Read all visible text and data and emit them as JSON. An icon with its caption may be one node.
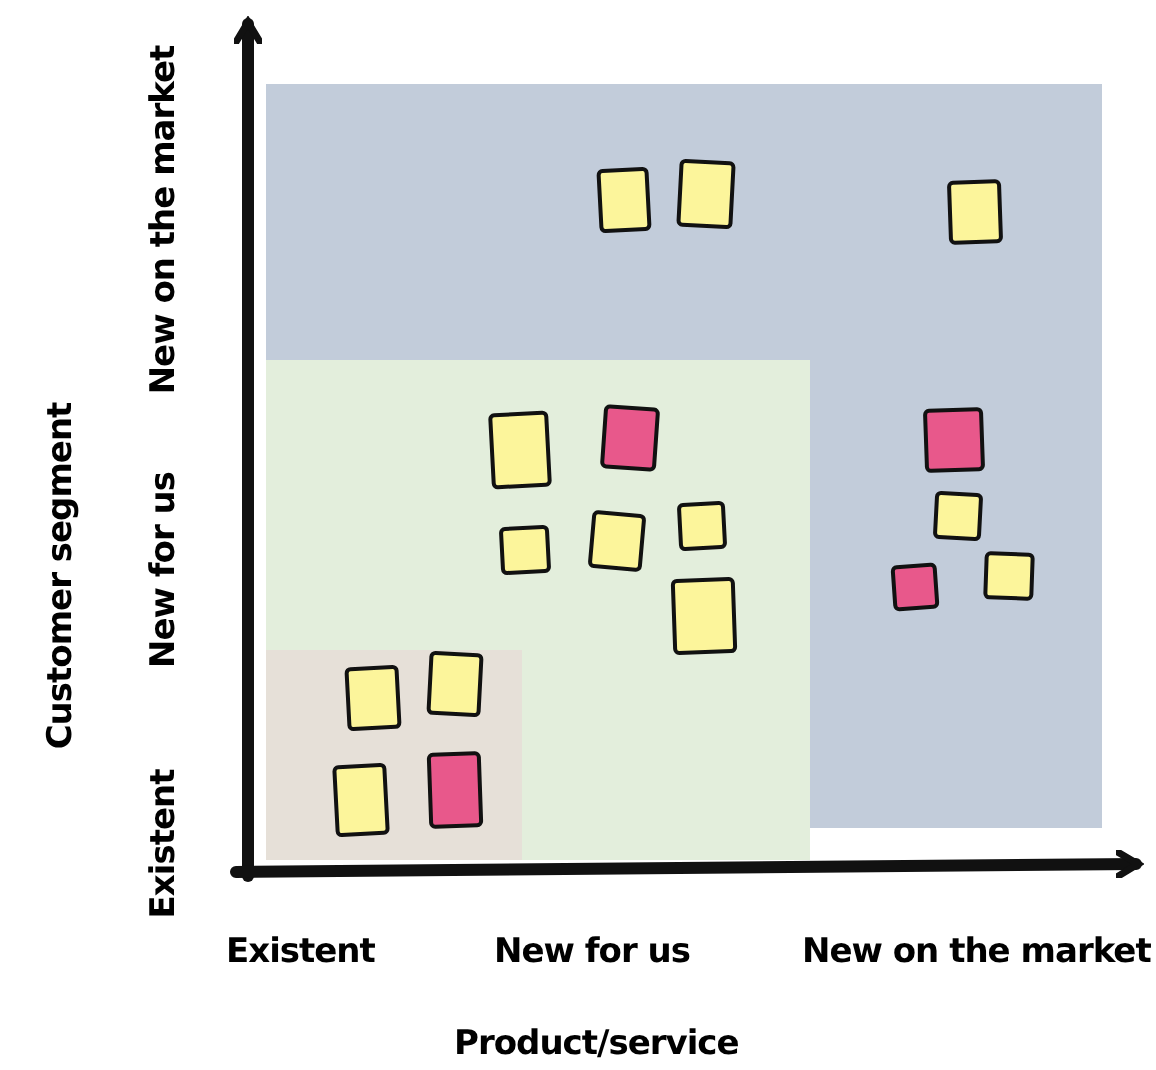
{
  "diagram": {
    "nodes": [
      {
        "text": [],
        "shape": "box"
      },
      {
        "text": [],
        "shape": "box",
        "in": 0
      },
      {
        "text": [],
        "shape": "box",
        "in": 1
      },
      {
        "text": [],
        "shape": "box",
        "in": 0
      },
      {
        "text": [],
        "shape": "box",
        "in": 0
      },
      {
        "text": [],
        "shape": "box",
        "in": 0
      },
      {
        "text": [],
        "shape": "box",
        "in": 1
      },
      {
        "text": [],
        "shape": "box",
        "in": 1
      },
      {
        "text": [],
        "shape": "box",
        "in": 0
      },
      {
        "text": [],
        "shape": "box",
        "in": 1
      },
      {
        "text": [],
        "shape": "box",
        "in": 1
      },
      {
        "text": [],
        "shape": "box",
        "in": 1
      },
      {
        "text": [],
        "shape": "box",
        "in": 0
      },
      {
        "text": [],
        "shape": "box",
        "in": 0
      },
      {
        "text": [],
        "shape": "box",
        "in": 0
      },
      {
        "text": [],
        "shape": "box",
        "in": 1
      },
      {
        "text": [],
        "shape": "box",
        "in": 2
      },
      {
        "text": [],
        "shape": "box",
        "in": 2
      },
      {
        "text": [],
        "shape": "box",
        "in": 2
      },
      {
        "text": [],
        "shape": "box",
        "in": 2
      }
    ],
    "labels": [
      "Customer segment",
      "New on the market",
      "New for us",
      "Existent",
      "Existent",
      "New for us",
      "New on the market",
      "Product/service"
    ]
  }
}
